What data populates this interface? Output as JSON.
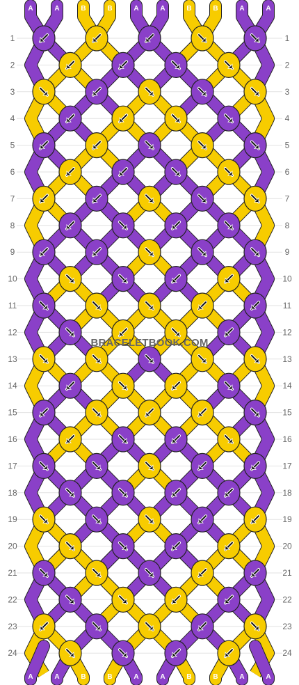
{
  "watermark": "BRACELETBOOK.COM",
  "colors": {
    "A": "#8a40c8",
    "B": "#f7cc00"
  },
  "strand_labels_top": [
    "A",
    "A",
    "B",
    "B",
    "A",
    "A",
    "B",
    "B",
    "A",
    "A"
  ],
  "strand_labels_bottom": [
    "A",
    "A",
    "B",
    "B",
    "A",
    "A",
    "B",
    "B",
    "A",
    "A"
  ],
  "rows": [
    {
      "label": "1",
      "knots": [
        [
          "A",
          "SW"
        ],
        [
          "B",
          "SW"
        ],
        [
          "A",
          "SW"
        ],
        [
          "B",
          "SE"
        ],
        [
          "A",
          "SE"
        ]
      ]
    },
    {
      "label": "2",
      "knots": [
        [
          "B",
          "SW"
        ],
        [
          "A",
          "SW"
        ],
        [
          "A",
          "SE"
        ],
        [
          "B",
          "SE"
        ]
      ]
    },
    {
      "label": "3",
      "knots": [
        [
          "B",
          "SE"
        ],
        [
          "A",
          "SW"
        ],
        [
          "B",
          "SE"
        ],
        [
          "A",
          "SE"
        ],
        [
          "B",
          "SE"
        ]
      ]
    },
    {
      "label": "4",
      "knots": [
        [
          "A",
          "SW"
        ],
        [
          "B",
          "SW"
        ],
        [
          "B",
          "SE"
        ],
        [
          "A",
          "SE"
        ]
      ]
    },
    {
      "label": "5",
      "knots": [
        [
          "A",
          "SW"
        ],
        [
          "B",
          "SW"
        ],
        [
          "A",
          "SE"
        ],
        [
          "B",
          "SE"
        ],
        [
          "A",
          "SE"
        ]
      ]
    },
    {
      "label": "6",
      "knots": [
        [
          "B",
          "SW"
        ],
        [
          "A",
          "SW"
        ],
        [
          "A",
          "SE"
        ],
        [
          "B",
          "SE"
        ]
      ]
    },
    {
      "label": "7",
      "knots": [
        [
          "B",
          "SW"
        ],
        [
          "A",
          "SW"
        ],
        [
          "B",
          "SE"
        ],
        [
          "A",
          "SE"
        ],
        [
          "B",
          "SE"
        ]
      ]
    },
    {
      "label": "8",
      "knots": [
        [
          "A",
          "SW"
        ],
        [
          "A",
          "SE"
        ],
        [
          "A",
          "SW"
        ],
        [
          "A",
          "SE"
        ]
      ]
    },
    {
      "label": "9",
      "knots": [
        [
          "A",
          "SW"
        ],
        [
          "A",
          "SW"
        ],
        [
          "B",
          "SE"
        ],
        [
          "A",
          "SE"
        ],
        [
          "A",
          "SE"
        ]
      ]
    },
    {
      "label": "10",
      "knots": [
        [
          "B",
          "SE"
        ],
        [
          "A",
          "SE"
        ],
        [
          "A",
          "SW"
        ],
        [
          "B",
          "SW"
        ]
      ]
    },
    {
      "label": "11",
      "knots": [
        [
          "A",
          "SE"
        ],
        [
          "B",
          "SE"
        ],
        [
          "B",
          "SE"
        ],
        [
          "B",
          "SW"
        ],
        [
          "A",
          "SW"
        ]
      ]
    },
    {
      "label": "12",
      "knots": [
        [
          "A",
          "SE"
        ],
        [
          "B",
          "SW"
        ],
        [
          "B",
          "SE"
        ],
        [
          "A",
          "SW"
        ]
      ]
    },
    {
      "label": "13",
      "knots": [
        [
          "B",
          "SE"
        ],
        [
          "B",
          "SE"
        ],
        [
          "A",
          "SE"
        ],
        [
          "B",
          "SE"
        ],
        [
          "B",
          "SE"
        ]
      ]
    },
    {
      "label": "14",
      "knots": [
        [
          "A",
          "SW"
        ],
        [
          "B",
          "SE"
        ],
        [
          "B",
          "SW"
        ],
        [
          "A",
          "SE"
        ]
      ]
    },
    {
      "label": "15",
      "knots": [
        [
          "A",
          "SW"
        ],
        [
          "B",
          "SE"
        ],
        [
          "B",
          "SW"
        ],
        [
          "B",
          "SW"
        ],
        [
          "A",
          "SE"
        ]
      ]
    },
    {
      "label": "16",
      "knots": [
        [
          "B",
          "SW"
        ],
        [
          "A",
          "SE"
        ],
        [
          "A",
          "SW"
        ],
        [
          "B",
          "SE"
        ]
      ]
    },
    {
      "label": "17",
      "knots": [
        [
          "A",
          "SE"
        ],
        [
          "A",
          "SE"
        ],
        [
          "B",
          "SE"
        ],
        [
          "A",
          "SW"
        ],
        [
          "A",
          "SW"
        ]
      ]
    },
    {
      "label": "18",
      "knots": [
        [
          "A",
          "SE"
        ],
        [
          "A",
          "SE"
        ],
        [
          "A",
          "SW"
        ],
        [
          "A",
          "SW"
        ]
      ]
    },
    {
      "label": "19",
      "knots": [
        [
          "B",
          "SE"
        ],
        [
          "A",
          "SE"
        ],
        [
          "B",
          "SE"
        ],
        [
          "A",
          "SW"
        ],
        [
          "B",
          "SW"
        ]
      ]
    },
    {
      "label": "20",
      "knots": [
        [
          "B",
          "SE"
        ],
        [
          "A",
          "SE"
        ],
        [
          "A",
          "SW"
        ],
        [
          "B",
          "SW"
        ]
      ]
    },
    {
      "label": "21",
      "knots": [
        [
          "A",
          "SE"
        ],
        [
          "B",
          "SE"
        ],
        [
          "A",
          "SE"
        ],
        [
          "B",
          "SW"
        ],
        [
          "A",
          "SW"
        ]
      ]
    },
    {
      "label": "22",
      "knots": [
        [
          "A",
          "SE"
        ],
        [
          "B",
          "SE"
        ],
        [
          "B",
          "SW"
        ],
        [
          "A",
          "SW"
        ]
      ]
    },
    {
      "label": "23",
      "knots": [
        [
          "B",
          "SW"
        ],
        [
          "A",
          "SE"
        ],
        [
          "B",
          "SE"
        ],
        [
          "A",
          "SW"
        ],
        [
          "B",
          "SE"
        ]
      ]
    },
    {
      "label": "24",
      "knots": [
        [
          "B",
          "SE"
        ],
        [
          "A",
          "SE"
        ],
        [
          "A",
          "SW"
        ],
        [
          "B",
          "SW"
        ]
      ]
    }
  ]
}
